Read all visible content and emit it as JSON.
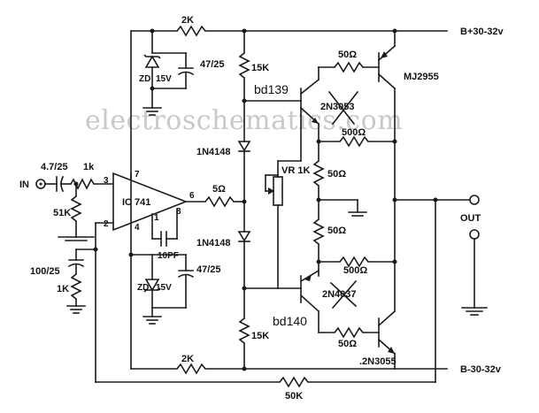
{
  "watermark": "electroschematics.com",
  "rails": {
    "positive": "B+30-32v",
    "negative": "B-30-32v"
  },
  "output_label": "OUT",
  "input_label": "IN",
  "ic": {
    "label": "IC 741",
    "pins": [
      "7",
      "3",
      "2",
      "4",
      "6",
      "1",
      "8"
    ]
  },
  "resistors": {
    "r_top_2k": "2K",
    "r_bot_2k": "2K",
    "r_15k_top": "15K",
    "r_15k_bot": "15K",
    "r_50k": "50K",
    "r_51k": "51K",
    "r_1k_gnd": "1K",
    "r_1k_in": "1k",
    "r_5ohm": "5Ω",
    "r_50_top_base": "50Ω",
    "r_500_top": "500Ω",
    "r_50_mid_top": "50Ω",
    "r_50_mid_bot": "50Ω",
    "r_500_bot": "500Ω",
    "r_50_bot_base": "50Ω"
  },
  "capacitors": {
    "c_in": "4.7/25",
    "c_fb": "100/25",
    "c_top": "47/25",
    "c_bot": "47/25",
    "c_comp": "10PF"
  },
  "diodes": {
    "d1": "1N4148",
    "d2": "1N4148"
  },
  "zeners": {
    "z_top": "ZD",
    "z_top_v": "15V",
    "z_bot": "ZD",
    "z_bot_v": "15V"
  },
  "pot": "VR 1K",
  "transistors": {
    "q_top_power": "MJ2955",
    "q_top_driver": "2N3053",
    "q_bot_driver": "2N4037",
    "q_bot_power": ".2N3055",
    "note_top": "bd139",
    "note_bot": "bd140"
  }
}
